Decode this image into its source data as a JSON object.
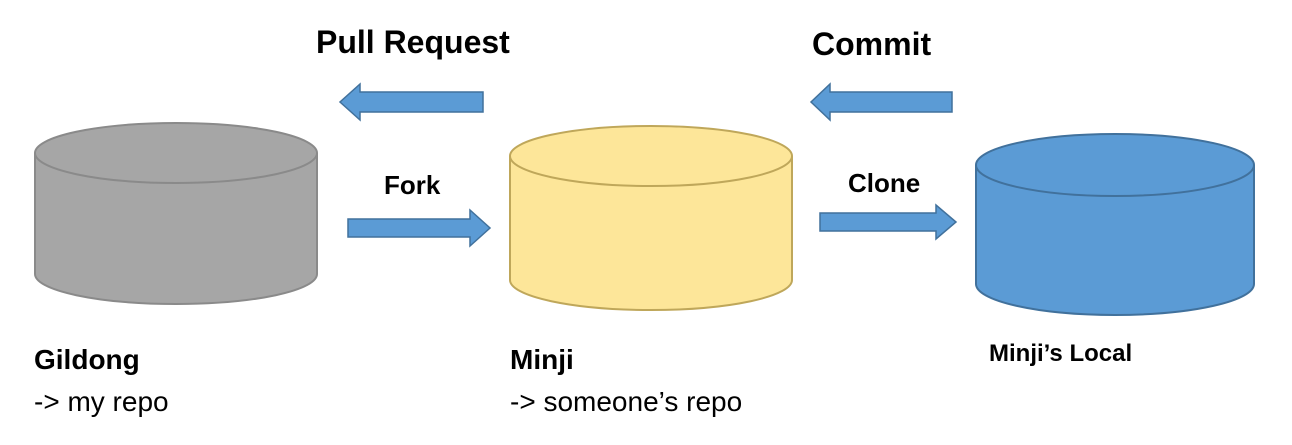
{
  "arrows": {
    "pull_request": "Pull Request",
    "commit": "Commit",
    "fork": "Fork",
    "clone": "Clone"
  },
  "repos": {
    "gildong": {
      "name": "Gildong",
      "desc": "-> my repo",
      "color": "#a6a6a6"
    },
    "minji": {
      "name": "Minji",
      "desc": "-> someone’s repo",
      "color": "#fde699"
    },
    "local": {
      "name": "Minji’s Local",
      "color": "#5b9bd5"
    }
  },
  "colors": {
    "arrow": "#5b9bd5",
    "stroke": "#41719c"
  }
}
